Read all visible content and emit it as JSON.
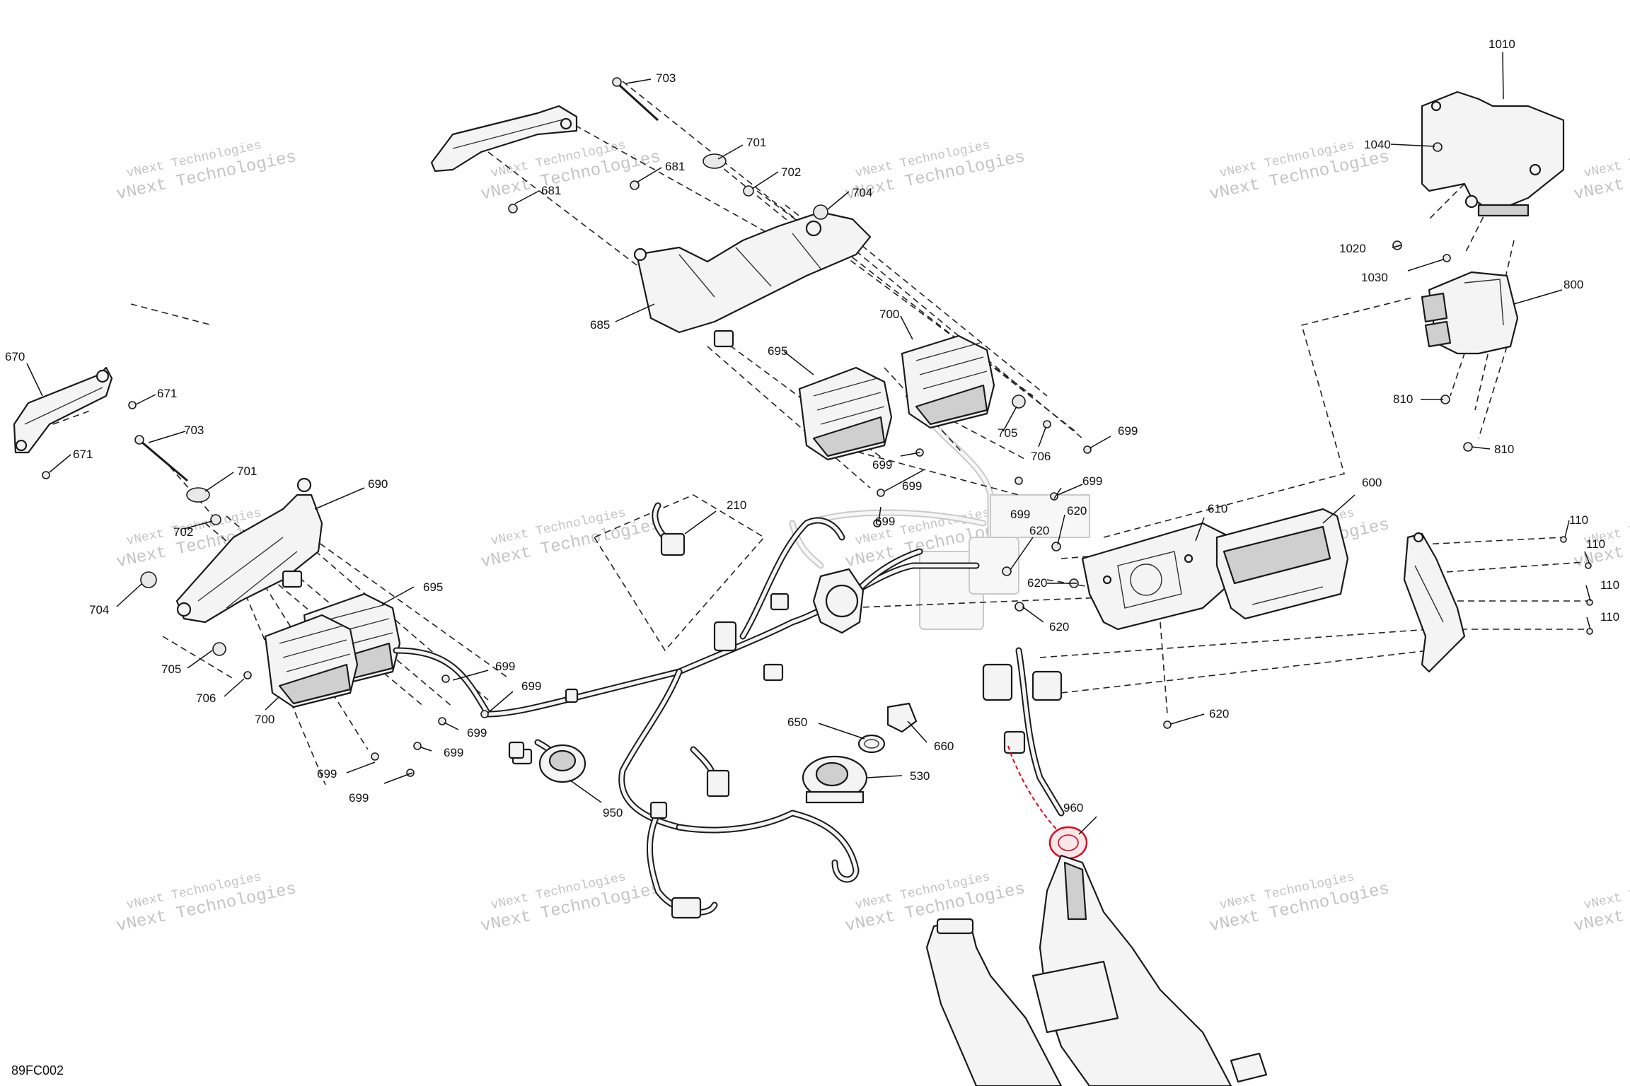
{
  "figure_code": "89FC002",
  "watermark": {
    "line1": "vNext Technologies",
    "line2": "vNext Technologies"
  },
  "accent_color": "#e0001b",
  "callouts": {
    "c670": "670",
    "c671a": "671",
    "c671b": "671",
    "c703a": "703",
    "c703b": "703",
    "c681a": "681",
    "c681b": "681",
    "c701a": "701",
    "c701b": "701",
    "c702a": "702",
    "c702b": "702",
    "c704a": "704",
    "c704b": "704",
    "c685": "685",
    "c690": "690",
    "c695a": "695",
    "c695b": "695",
    "c700a": "700",
    "c700b": "700",
    "c705a": "705",
    "c705b": "705",
    "c706a": "706",
    "c706b": "706",
    "c699a": "699",
    "c699b": "699",
    "c699c": "699",
    "c699d": "699",
    "c699e": "699",
    "c699f": "699",
    "c699g": "699",
    "c699h": "699",
    "c699i": "699",
    "c699j": "699",
    "c699k": "699",
    "c699l": "699",
    "c210": "210",
    "c620a": "620",
    "c620b": "620",
    "c620c": "620",
    "c620d": "620",
    "c620e": "620",
    "c610": "610",
    "c600": "600",
    "c1010": "1010",
    "c1040": "1040",
    "c1020": "1020",
    "c1030": "1030",
    "c800": "800",
    "c810a": "810",
    "c810b": "810",
    "c110a": "110",
    "c110b": "110",
    "c110c": "110",
    "c110d": "110",
    "c650": "650",
    "c660": "660",
    "c530": "530",
    "c950": "950",
    "c960": "960"
  }
}
